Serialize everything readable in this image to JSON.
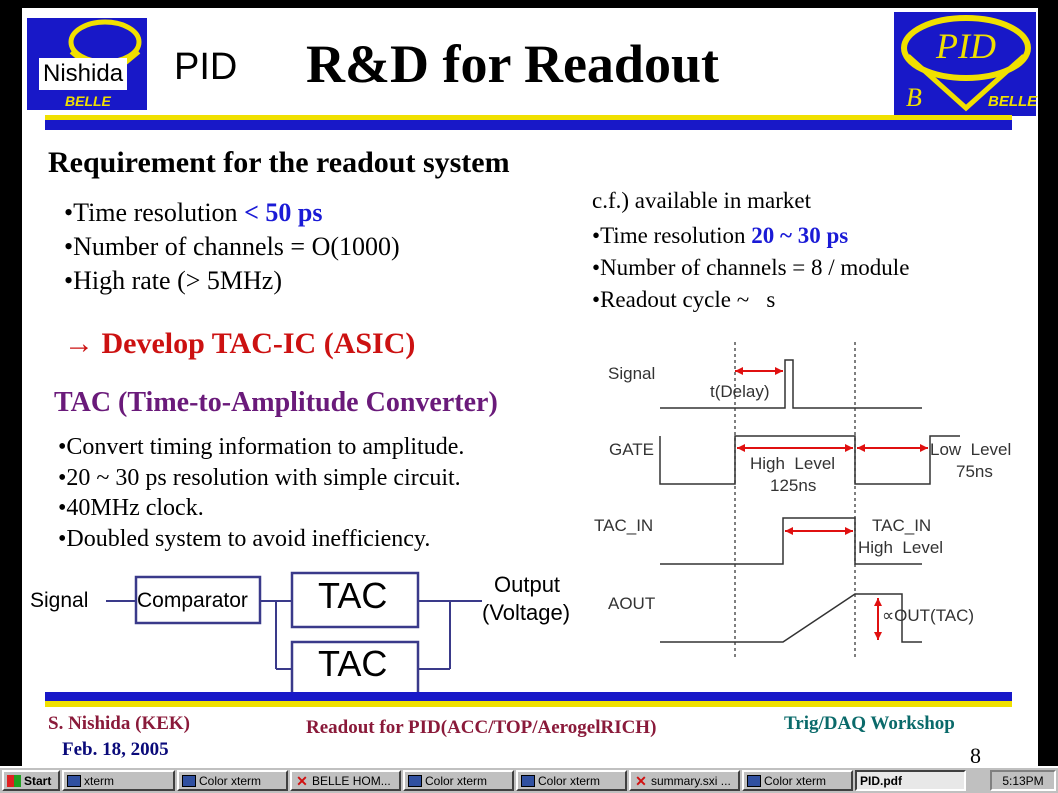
{
  "slide": {
    "logo_left": {
      "badge": "Nishida",
      "word": "BELLE"
    },
    "header_prefix": "PID",
    "title": "R&D for Readout",
    "logo_right": {
      "top": "PID",
      "left": "B",
      "right": "BELLE"
    },
    "requirement": {
      "heading": "Requirement for the readout system",
      "items": [
        {
          "text": "Time resolution ",
          "highlight": "< 50 ps"
        },
        {
          "text": "Number of channels = O(1000)",
          "highlight": ""
        },
        {
          "text": "High rate (> 5MHz)",
          "highlight": ""
        }
      ]
    },
    "market": {
      "heading": "c.f.) available in market",
      "items": [
        {
          "text": "Time resolution ",
          "highlight": "20 ~ 30 ps"
        },
        {
          "text": "Number of channels = 8 / module",
          "highlight": ""
        },
        {
          "text": "Readout cycle ~   s",
          "highlight": ""
        }
      ]
    },
    "develop": "→ Develop TAC-IC (ASIC)",
    "tac": {
      "heading": "TAC (Time-to-Amplitude Converter)",
      "items": [
        "Convert timing information to amplitude.",
        "20 ~ 30 ps resolution with simple circuit.",
        "40MHz clock.",
        "Doubled system to avoid inefficiency."
      ]
    },
    "block_diagram": {
      "signal": "Signal",
      "comparator": "Comparator",
      "tac_top": "TAC",
      "tac_bottom": "TAC",
      "output_line1": "Output",
      "output_line2": "(Voltage)"
    },
    "timing": {
      "signal_label": "Signal",
      "delay_label": "t(Delay)",
      "gate_label": "GATE",
      "high_level_line1": "High  Level",
      "high_level_line2": "125ns",
      "low_level_line1": "Low  Level",
      "low_level_line2": "75ns",
      "tac_in_label": "TAC_IN",
      "tac_in_high_line1": "TAC_IN",
      "tac_in_high_line2": "High  Level",
      "aout_label": "AOUT",
      "aout_value": "∝OUT(TAC)"
    },
    "footer": {
      "author": "S. Nishida (KEK)",
      "date": "Feb. 18, 2005",
      "center": "Readout for PID(ACC/TOP/AerogelRICH)",
      "right": "Trig/DAQ Workshop",
      "page": "8"
    },
    "colors": {
      "bar_blue": "#1818c8",
      "bar_yellow": "#f0e000",
      "accent_blue": "#1a1ad6",
      "accent_red": "#cc1111"
    }
  },
  "taskbar": {
    "start": "Start",
    "items": [
      {
        "label": "xterm",
        "icon": "terminal-icon"
      },
      {
        "label": "Color xterm",
        "icon": "terminal-icon"
      },
      {
        "label": "BELLE HOM...",
        "icon": "x-icon"
      },
      {
        "label": "Color xterm",
        "icon": "terminal-icon"
      },
      {
        "label": "Color xterm",
        "icon": "terminal-icon"
      },
      {
        "label": "summary.sxi ...",
        "icon": "x-icon"
      },
      {
        "label": "Color xterm",
        "icon": "terminal-icon"
      },
      {
        "label": "PID.pdf",
        "icon": "none"
      }
    ],
    "clock": "5:13PM"
  }
}
